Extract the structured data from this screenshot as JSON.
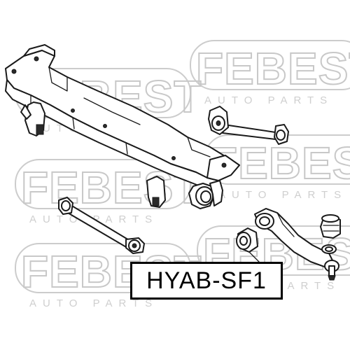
{
  "watermark": {
    "brand": "FEBEST",
    "tagline": "AUTO PARTS"
  },
  "part_number": "HYAB-SF1",
  "colors": {
    "ink": "#1a1a1a",
    "watermark": "#c8c8c8",
    "background": "#ffffff"
  }
}
